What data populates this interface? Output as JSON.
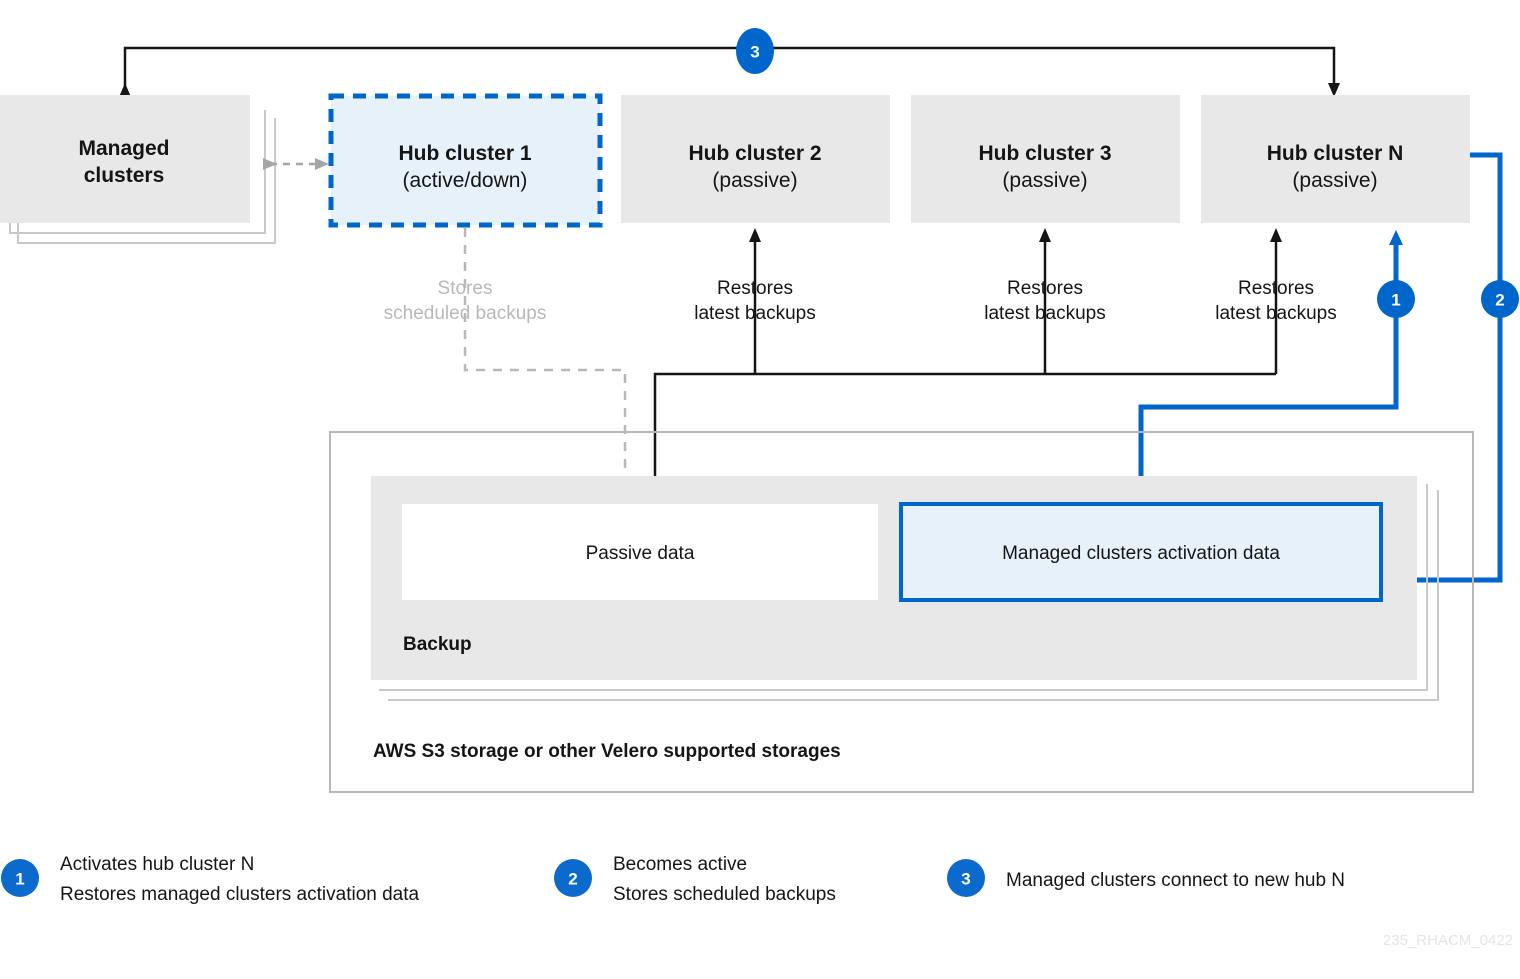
{
  "title": "Hub cluster backup and restore disaster recovery diagram",
  "colors": {
    "accent_blue": "#0066cc",
    "box_gray": "#e8e8e8",
    "box_blue_fill": "#e7f1fa",
    "line_black": "#151515",
    "line_gray": "#b8b8b8",
    "stack_gray": "#c8c8c8"
  },
  "clusters": {
    "managed": {
      "title": "Managed",
      "title2": "clusters"
    },
    "hubs": [
      {
        "name": "Hub cluster 1",
        "state": "(active/down)",
        "style": "active-dashed-blue"
      },
      {
        "name": "Hub cluster 2",
        "state": "(passive)",
        "style": "gray"
      },
      {
        "name": "Hub cluster 3",
        "state": "(passive)",
        "style": "gray"
      },
      {
        "name": "Hub cluster N",
        "state": "(passive)",
        "style": "gray"
      }
    ]
  },
  "edge_labels": {
    "stores_line1": "Stores",
    "stores_line2": "scheduled backups",
    "restores_line1": "Restores",
    "restores_line2": "latest backups"
  },
  "storage": {
    "container_label": "AWS S3 storage or other Velero supported storages",
    "backup_label": "Backup",
    "passive_data_label": "Passive data",
    "activation_data_label": "Managed clusters activation data"
  },
  "step_badges": {
    "one": "1",
    "two": "2",
    "three": "3"
  },
  "legend": [
    {
      "num": "1",
      "line1": "Activates hub cluster N",
      "line2": "Restores managed clusters activation data"
    },
    {
      "num": "2",
      "line1": "Becomes active",
      "line2": "Stores scheduled backups"
    },
    {
      "num": "3",
      "line1": "Managed clusters connect to new hub N",
      "line2": ""
    }
  ],
  "watermark": "235_RHACM_0422"
}
